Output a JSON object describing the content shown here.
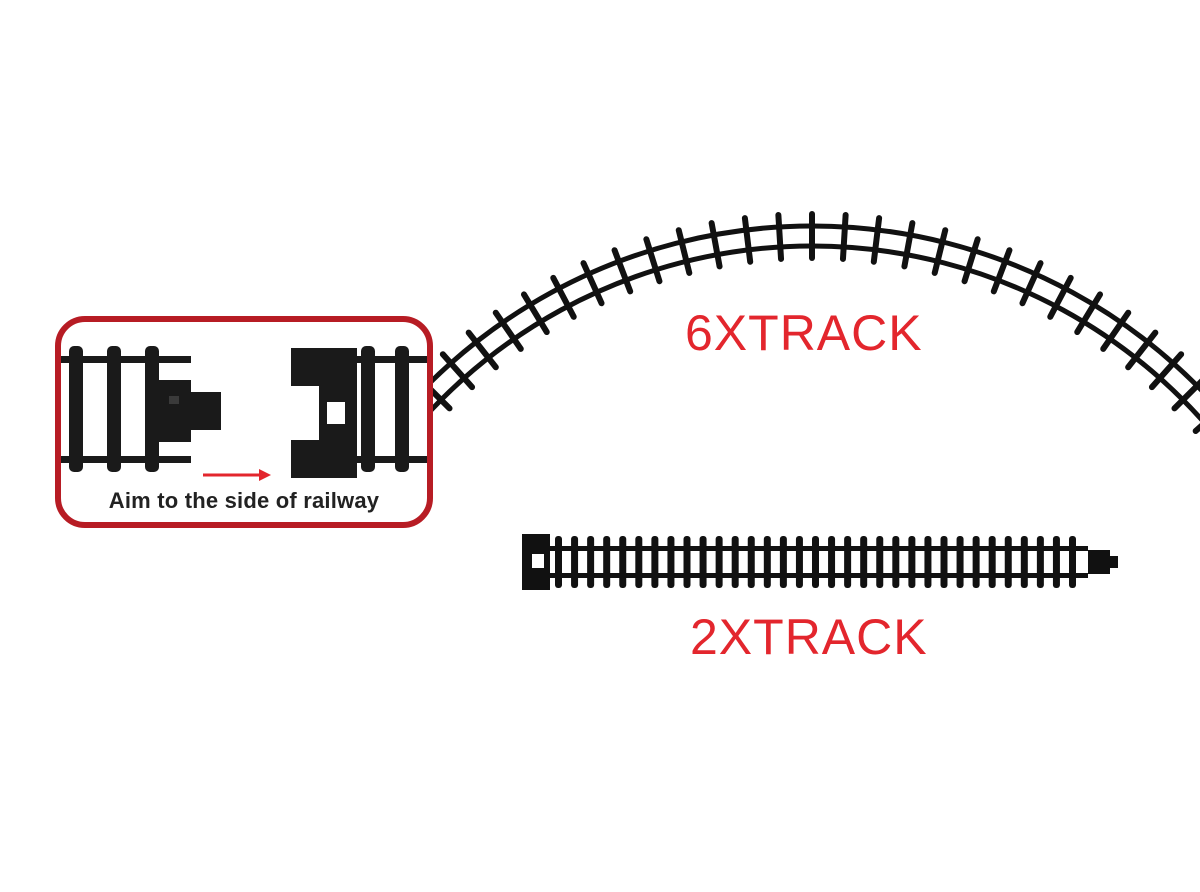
{
  "connection_diagram": {
    "caption": "Aim to the side of railway",
    "frame_color": "#b71c24",
    "arrow_color": "#e3262d"
  },
  "curved_track": {
    "label": "6XTRACK",
    "icon": "curved-track-icon"
  },
  "straight_track": {
    "label": "2XTRACK",
    "icon": "straight-track-icon"
  },
  "colors": {
    "label": "#e3262d",
    "track": "#111111"
  }
}
